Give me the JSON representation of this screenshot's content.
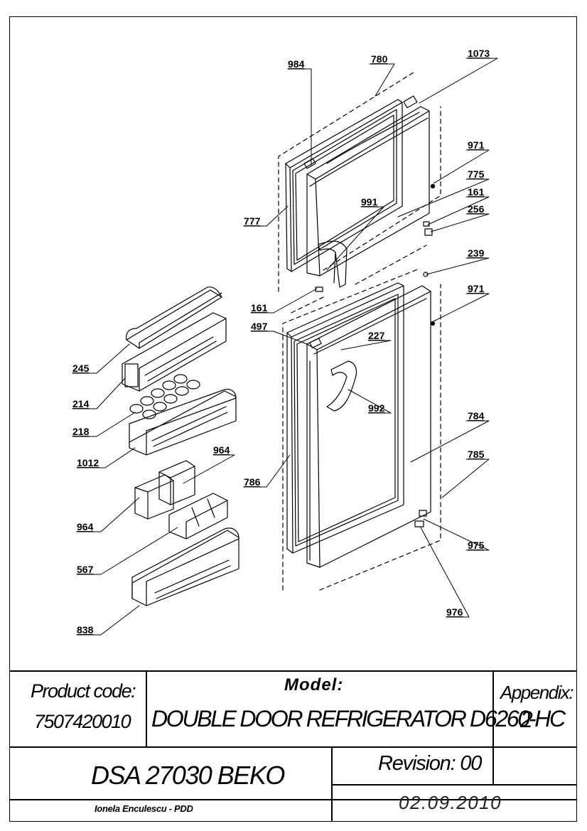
{
  "callouts": {
    "c984": "984",
    "c780": "780",
    "c1073": "1073",
    "c971a": "971",
    "c775": "775",
    "c161a": "161",
    "c256": "256",
    "c991": "991",
    "c777": "777",
    "c239": "239",
    "c971b": "971",
    "c161b": "161",
    "c497": "497",
    "c227": "227",
    "c992": "992",
    "c784": "784",
    "c785": "785",
    "c786": "786",
    "c975": "975",
    "c976": "976",
    "c245": "245",
    "c214": "214",
    "c218": "218",
    "c1012": "1012",
    "c964a": "964",
    "c964b": "964",
    "c567": "567",
    "c838": "838"
  },
  "title_block": {
    "product_code_label": "Product code:",
    "product_code": "7507420010",
    "model_label": "Model:",
    "model": "DOUBLE DOOR REFRIGERATOR D6260-HC",
    "appendix_label": "Appendix:",
    "appendix": "2",
    "document": "DSA 27030 BEKO",
    "revision": "Revision: 00",
    "author": "Ionela Enculescu - PDD",
    "date": "02.09.2010"
  }
}
